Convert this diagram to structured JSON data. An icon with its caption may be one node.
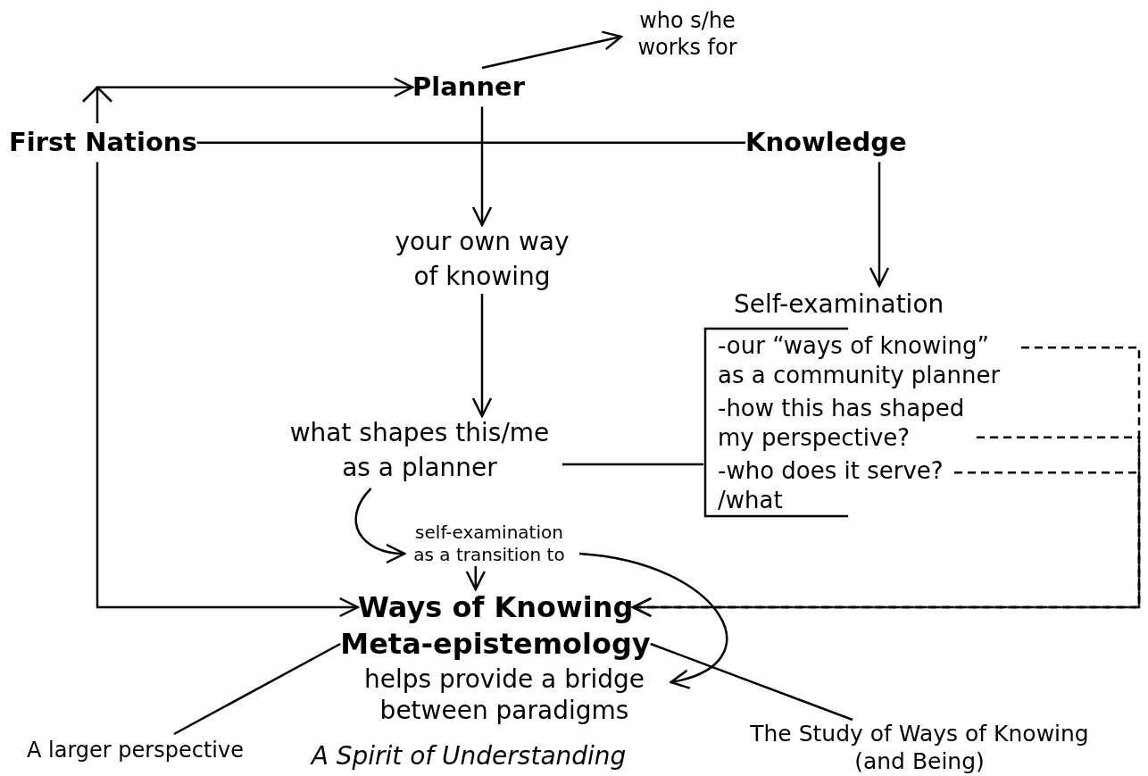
{
  "diagram": {
    "nodes": [
      {
        "text": [
          "First Nations"
        ]
      },
      {
        "text": [
          "Planner"
        ]
      },
      {
        "text": [
          "who s/he works for"
        ]
      },
      {
        "text": [
          "Knowledge"
        ]
      },
      {
        "text": [
          "your own way of knowing"
        ]
      },
      {
        "text": [
          "Self-examination"
        ]
      },
      {
        "text": [],
        "shape": "bracket"
      },
      {
        "text": [
          "-our “ways of knowing” as a community planner"
        ],
        "in": 6
      },
      {
        "text": [
          "-how this has shaped my perspective?"
        ],
        "in": 6
      },
      {
        "text": [
          "-who does it serve? /what"
        ],
        "in": 6
      },
      {
        "text": [
          "what shapes this/me as a planner"
        ]
      },
      {
        "text": [
          "self-examination as a transition to"
        ]
      },
      {
        "text": [
          "Ways of Knowing"
        ]
      },
      {
        "text": [
          "Meta-epistemology"
        ]
      },
      {
        "text": [
          "helps provide a bridge between paradigms"
        ]
      },
      {
        "text": [
          "A larger perspective"
        ]
      },
      {
        "text": [
          "A Spirit of Understanding"
        ]
      },
      {
        "text": [
          "The Study of Ways of Knowing (and Being)"
        ]
      }
    ],
    "edges": [
      {
        "from": 0,
        "to": 1,
        "arrow": "to"
      },
      {
        "from": 0,
        "to": 12,
        "arrow": "to"
      },
      {
        "from": 0,
        "to": 3,
        "arrow": "none"
      },
      {
        "from": 1,
        "to": 2,
        "arrow": "to"
      },
      {
        "from": 1,
        "to": 4,
        "arrow": "to"
      },
      {
        "from": 4,
        "to": 10,
        "arrow": "to"
      },
      {
        "from": 3,
        "to": 5,
        "arrow": "to"
      },
      {
        "from": 10,
        "to": 6,
        "arrow": "none"
      },
      {
        "from": 7,
        "to": 12,
        "arrow": "to",
        "style": "dashed"
      },
      {
        "from": 8,
        "to": 12,
        "arrow": "to",
        "style": "dashed"
      },
      {
        "from": 9,
        "to": 12,
        "arrow": "to",
        "style": "dashed"
      },
      {
        "from": 10,
        "to": 11,
        "arrow": "to"
      },
      {
        "from": 11,
        "to": 12,
        "arrow": "to"
      },
      {
        "from": 11,
        "to": 14,
        "arrow": "to"
      },
      {
        "from": 15,
        "to": 13,
        "arrow": "none"
      },
      {
        "from": 17,
        "to": 13,
        "arrow": "none"
      }
    ]
  }
}
